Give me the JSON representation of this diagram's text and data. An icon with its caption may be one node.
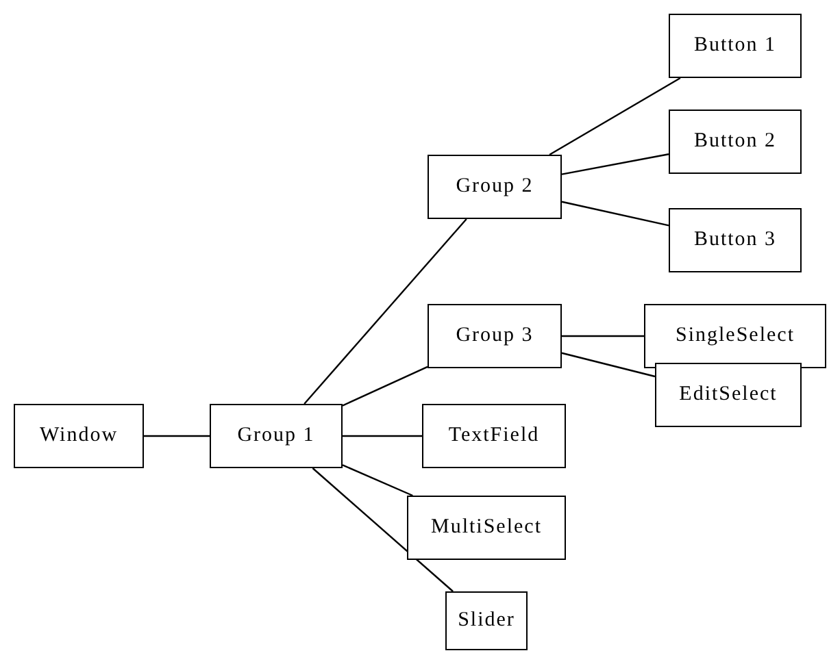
{
  "diagram": {
    "nodes": [
      {
        "text": [
          "Window"
        ]
      },
      {
        "text": [
          "Group 1"
        ]
      },
      {
        "text": [
          "Group 2"
        ]
      },
      {
        "text": [
          "Button 1"
        ]
      },
      {
        "text": [
          "Button 2"
        ]
      },
      {
        "text": [
          "Button 3"
        ]
      },
      {
        "text": [
          "Group 3"
        ]
      },
      {
        "text": [
          "SingleSelect"
        ]
      },
      {
        "text": [
          "EditSelect"
        ]
      },
      {
        "text": [
          "TextField"
        ]
      },
      {
        "text": [
          "MultiSelect"
        ]
      },
      {
        "text": [
          "Slider"
        ]
      }
    ],
    "edges": [
      {
        "from": 0,
        "to": 1,
        "arrow": "none"
      },
      {
        "from": 1,
        "to": 2,
        "arrow": "none"
      },
      {
        "from": 1,
        "to": 6,
        "arrow": "none"
      },
      {
        "from": 1,
        "to": 9,
        "arrow": "none"
      },
      {
        "from": 1,
        "to": 10,
        "arrow": "none"
      },
      {
        "from": 1,
        "to": 11,
        "arrow": "none"
      },
      {
        "from": 2,
        "to": 3,
        "arrow": "none"
      },
      {
        "from": 2,
        "to": 4,
        "arrow": "none"
      },
      {
        "from": 2,
        "to": 5,
        "arrow": "none"
      },
      {
        "from": 6,
        "to": 7,
        "arrow": "none"
      },
      {
        "from": 6,
        "to": 8,
        "arrow": "none"
      }
    ]
  }
}
